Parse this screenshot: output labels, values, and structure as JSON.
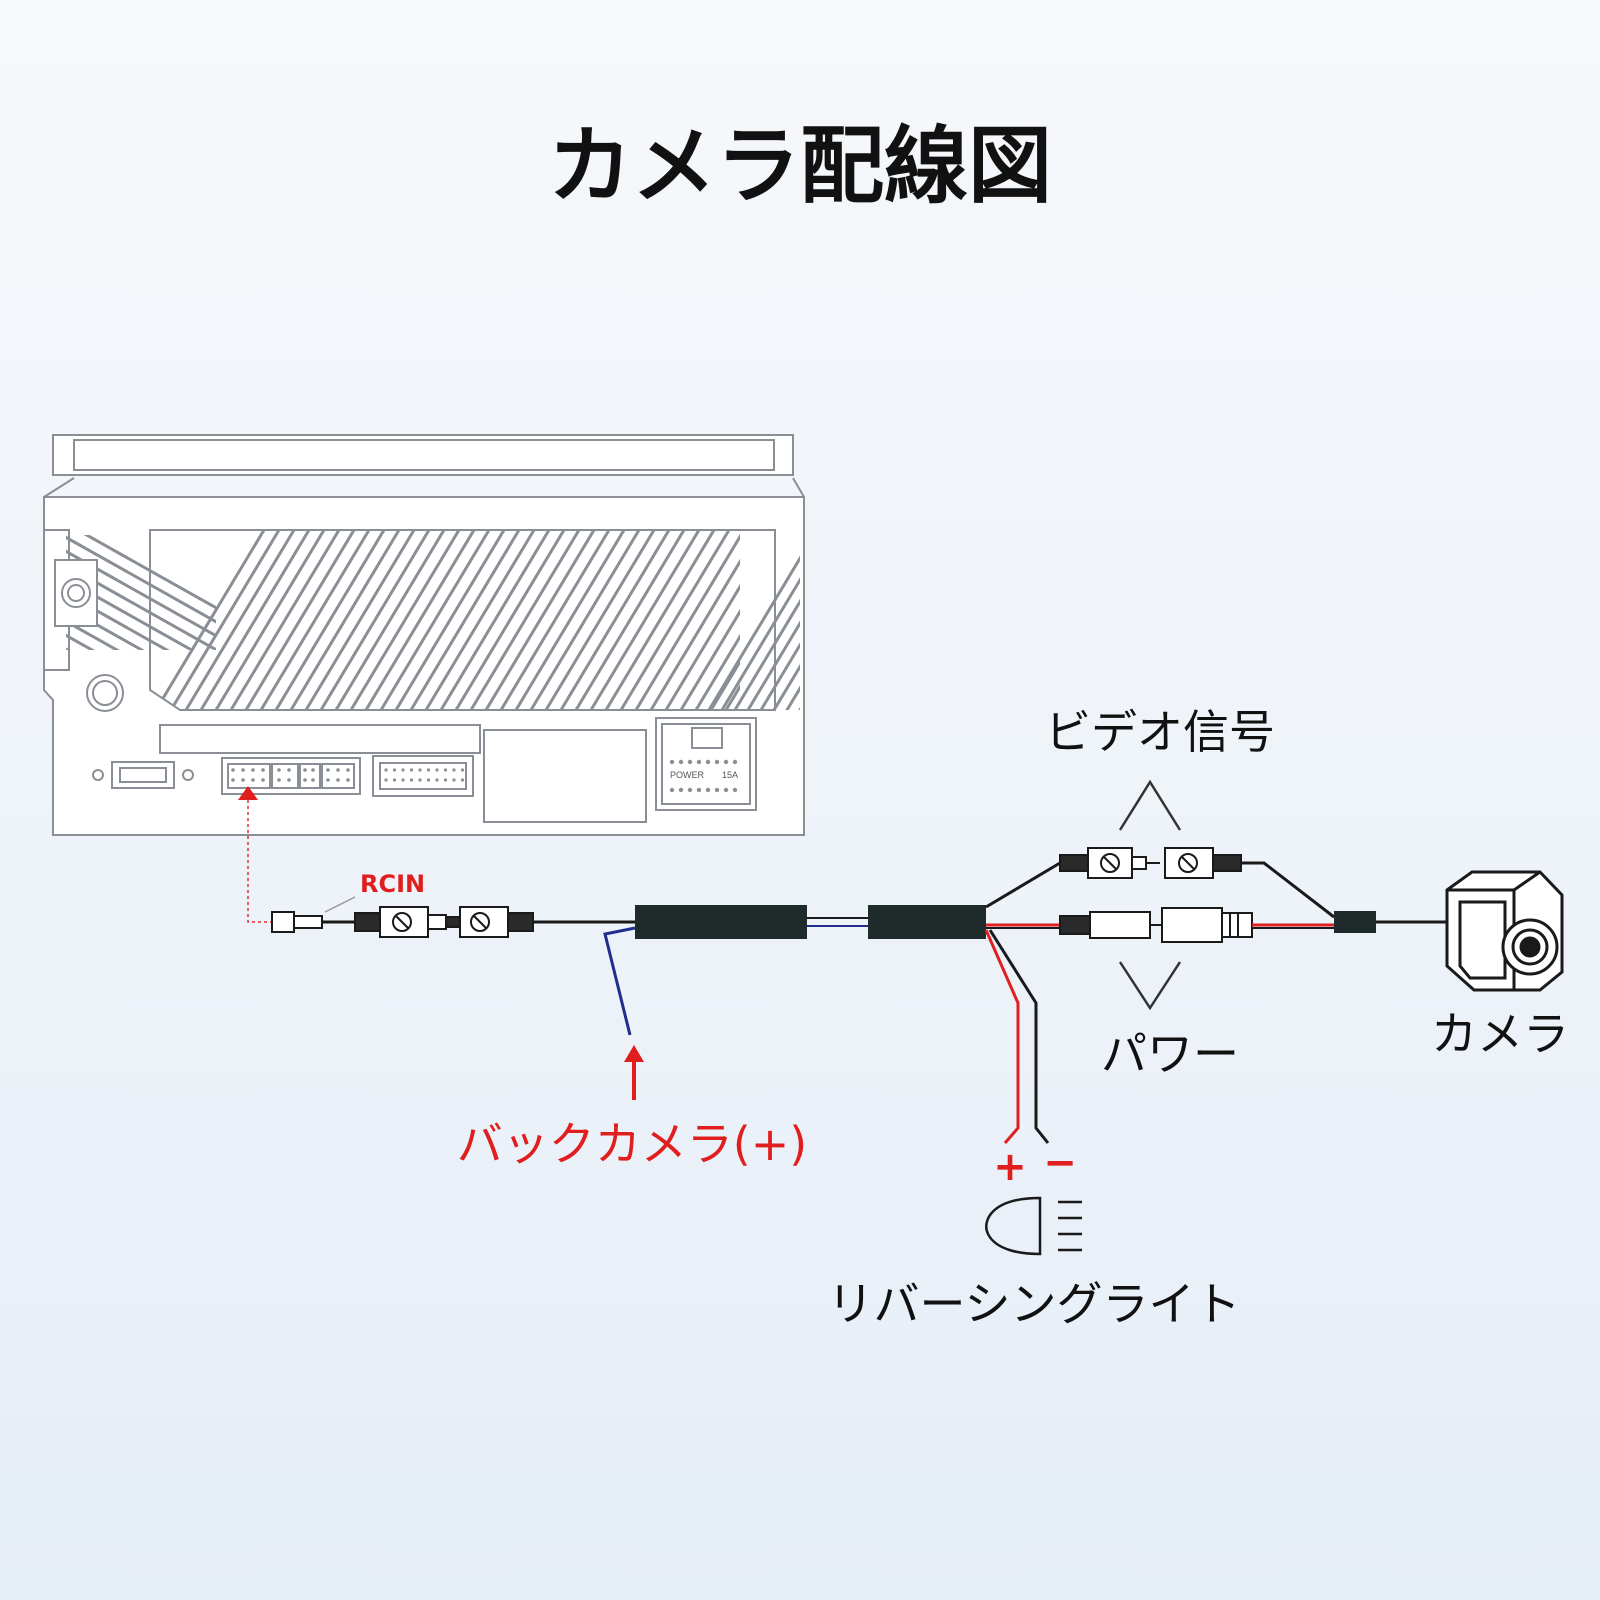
{
  "title": "カメラ配線図",
  "head_unit": {
    "rcin_label": "RCIN",
    "power_label": "POWER",
    "fuse_label": "15A"
  },
  "labels": {
    "video_signal": "ビデオ信号",
    "power": "パワー",
    "camera": "カメラ",
    "back_camera_plus": "バックカメラ(+)",
    "reversing_light": "リバーシングライト",
    "plus": "+",
    "minus": "−"
  },
  "colors": {
    "outline": "#8a8f96",
    "cable": "#1a1a1a",
    "block": "#1f2a2a",
    "red_wire": "#e02020",
    "blue_wire": "#1f2e8c",
    "accent_red": "#e01e1e",
    "dotted_red": "#e03030"
  }
}
